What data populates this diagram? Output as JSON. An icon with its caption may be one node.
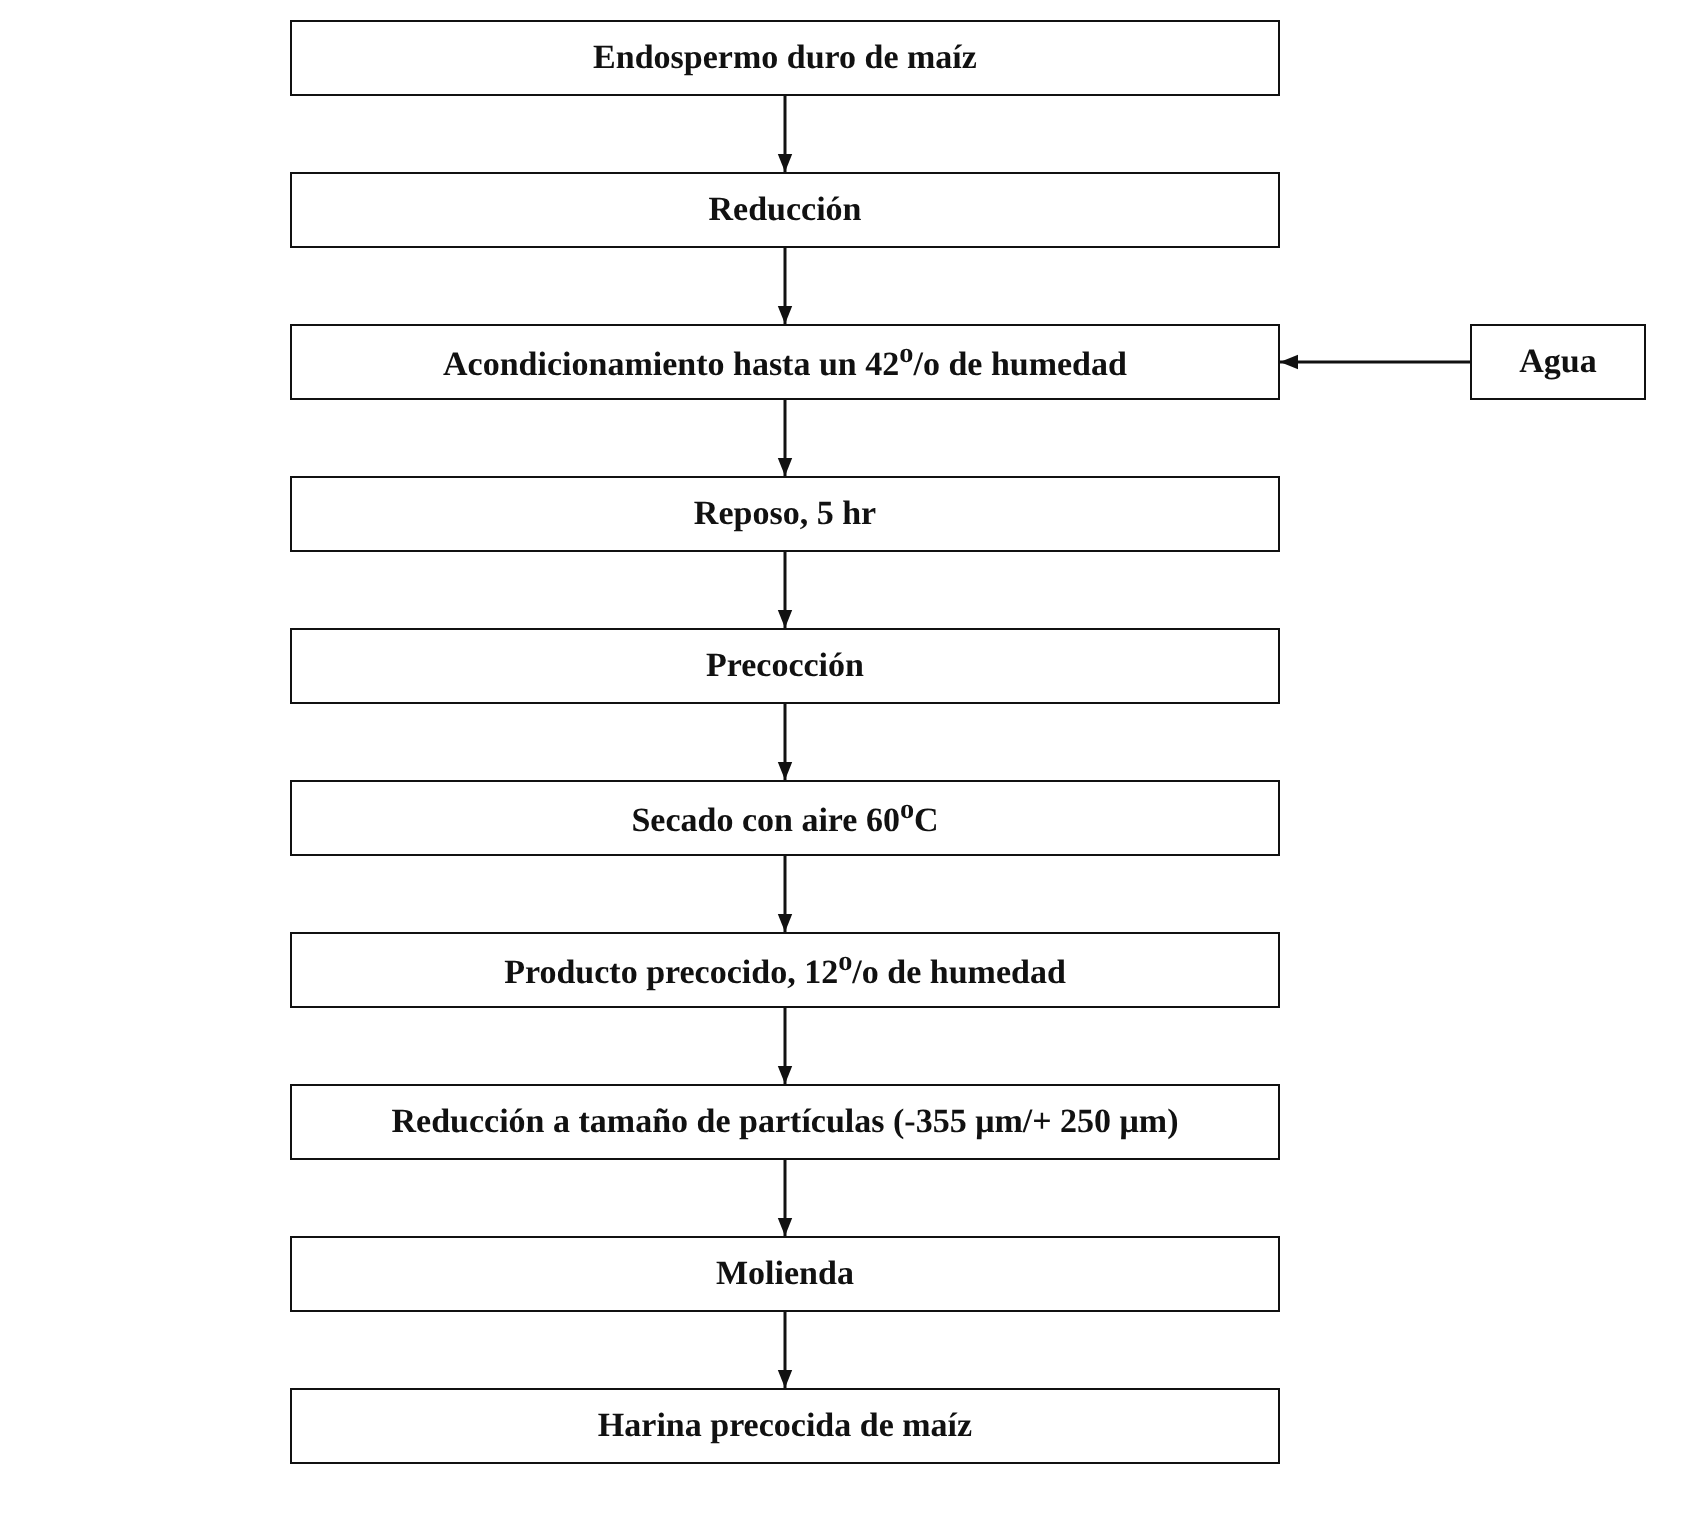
{
  "diagram": {
    "nodes": [
      {
        "text": [
          "Endospermo duro de maíz"
        ]
      },
      {
        "text": [
          "Reducción"
        ]
      },
      {
        "text": [
          "Acondicionamiento hasta un 42$^{o}$/o de humedad"
        ]
      },
      {
        "text": [
          "Agua"
        ]
      },
      {
        "text": [
          "Reposo, 5 hr"
        ]
      },
      {
        "text": [
          "Precocción"
        ]
      },
      {
        "text": [
          "Secado con aire 60$^{o}$C"
        ]
      },
      {
        "text": [
          "Producto precocido, 12$^{o}$/o de humedad"
        ]
      },
      {
        "text": [
          "Reducción a tamaño de partículas (-355 μm/+ 250 μm)"
        ]
      },
      {
        "text": [
          "Molienda"
        ]
      },
      {
        "text": [
          "Harina precocida de maíz"
        ]
      }
    ],
    "edges": [
      {
        "from": 0,
        "to": 1,
        "arrow": "to"
      },
      {
        "from": 1,
        "to": 2,
        "arrow": "to"
      },
      {
        "from": 3,
        "to": 2,
        "arrow": "to"
      },
      {
        "from": 2,
        "to": 4,
        "arrow": "to"
      },
      {
        "from": 4,
        "to": 5,
        "arrow": "to"
      },
      {
        "from": 5,
        "to": 6,
        "arrow": "to"
      },
      {
        "from": 6,
        "to": 7,
        "arrow": "to"
      },
      {
        "from": 7,
        "to": 8,
        "arrow": "to"
      },
      {
        "from": 8,
        "to": 9,
        "arrow": "to"
      },
      {
        "from": 9,
        "to": 10,
        "arrow": "to"
      }
    ]
  }
}
